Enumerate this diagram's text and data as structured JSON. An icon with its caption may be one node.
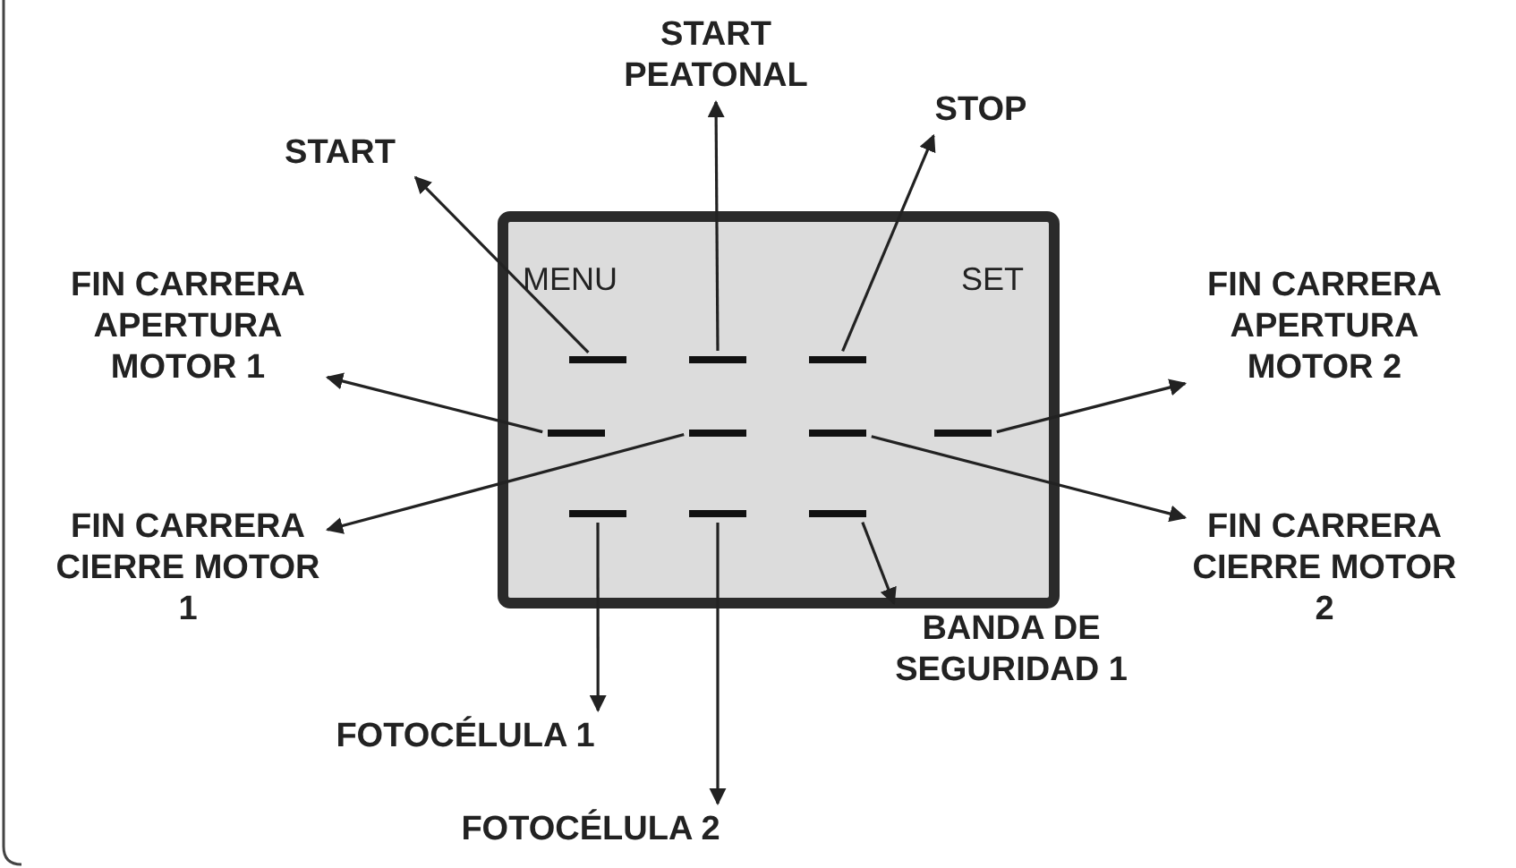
{
  "diagram": {
    "nodes": [
      {
        "text": [
          "MENU",
          "SET"
        ]
      },
      {
        "text": [],
        "shape": "bar",
        "in": 0
      },
      {
        "text": [],
        "shape": "bar",
        "in": 0
      },
      {
        "text": [],
        "shape": "bar",
        "in": 0
      },
      {
        "text": [],
        "shape": "bar",
        "in": 0
      },
      {
        "text": [],
        "shape": "bar",
        "in": 0
      },
      {
        "text": [],
        "shape": "bar",
        "in": 0
      },
      {
        "text": [],
        "shape": "bar",
        "in": 0
      },
      {
        "text": [],
        "shape": "bar",
        "in": 0
      },
      {
        "text": [],
        "shape": "bar",
        "in": 0
      },
      {
        "text": [],
        "shape": "bar",
        "in": 0
      },
      {
        "text": [
          "START PEATONAL"
        ]
      },
      {
        "text": [
          "STOP"
        ]
      },
      {
        "text": [
          "START"
        ]
      },
      {
        "text": [
          "FIN CARRERA APERTURA MOTOR 1"
        ]
      },
      {
        "text": [
          "FIN CARRERA APERTURA MOTOR 2"
        ]
      },
      {
        "text": [
          "FIN CARRERA CIERRE MOTOR 1"
        ]
      },
      {
        "text": [
          "FIN CARRERA CIERRE MOTOR 2"
        ]
      },
      {
        "text": [
          "BANDA DE SEGURIDAD 1"
        ]
      },
      {
        "text": [
          "FOTOCÉLULA 1"
        ]
      },
      {
        "text": [
          "FOTOCÉLULA 2"
        ]
      }
    ],
    "edges": [
      {
        "from": 1,
        "to": 13,
        "arrow": "to"
      },
      {
        "from": 2,
        "to": 11,
        "arrow": "to"
      },
      {
        "from": 3,
        "to": 12,
        "arrow": "to"
      },
      {
        "from": 4,
        "to": 14,
        "arrow": "to"
      },
      {
        "from": 5,
        "to": 16,
        "arrow": "to"
      },
      {
        "from": 7,
        "to": 15,
        "arrow": "to"
      },
      {
        "from": 6,
        "to": 17,
        "arrow": "to"
      },
      {
        "from": 8,
        "to": 19,
        "arrow": "to"
      },
      {
        "from": 9,
        "to": 20,
        "arrow": "to"
      },
      {
        "from": 10,
        "to": 18,
        "arrow": "to"
      }
    ]
  }
}
